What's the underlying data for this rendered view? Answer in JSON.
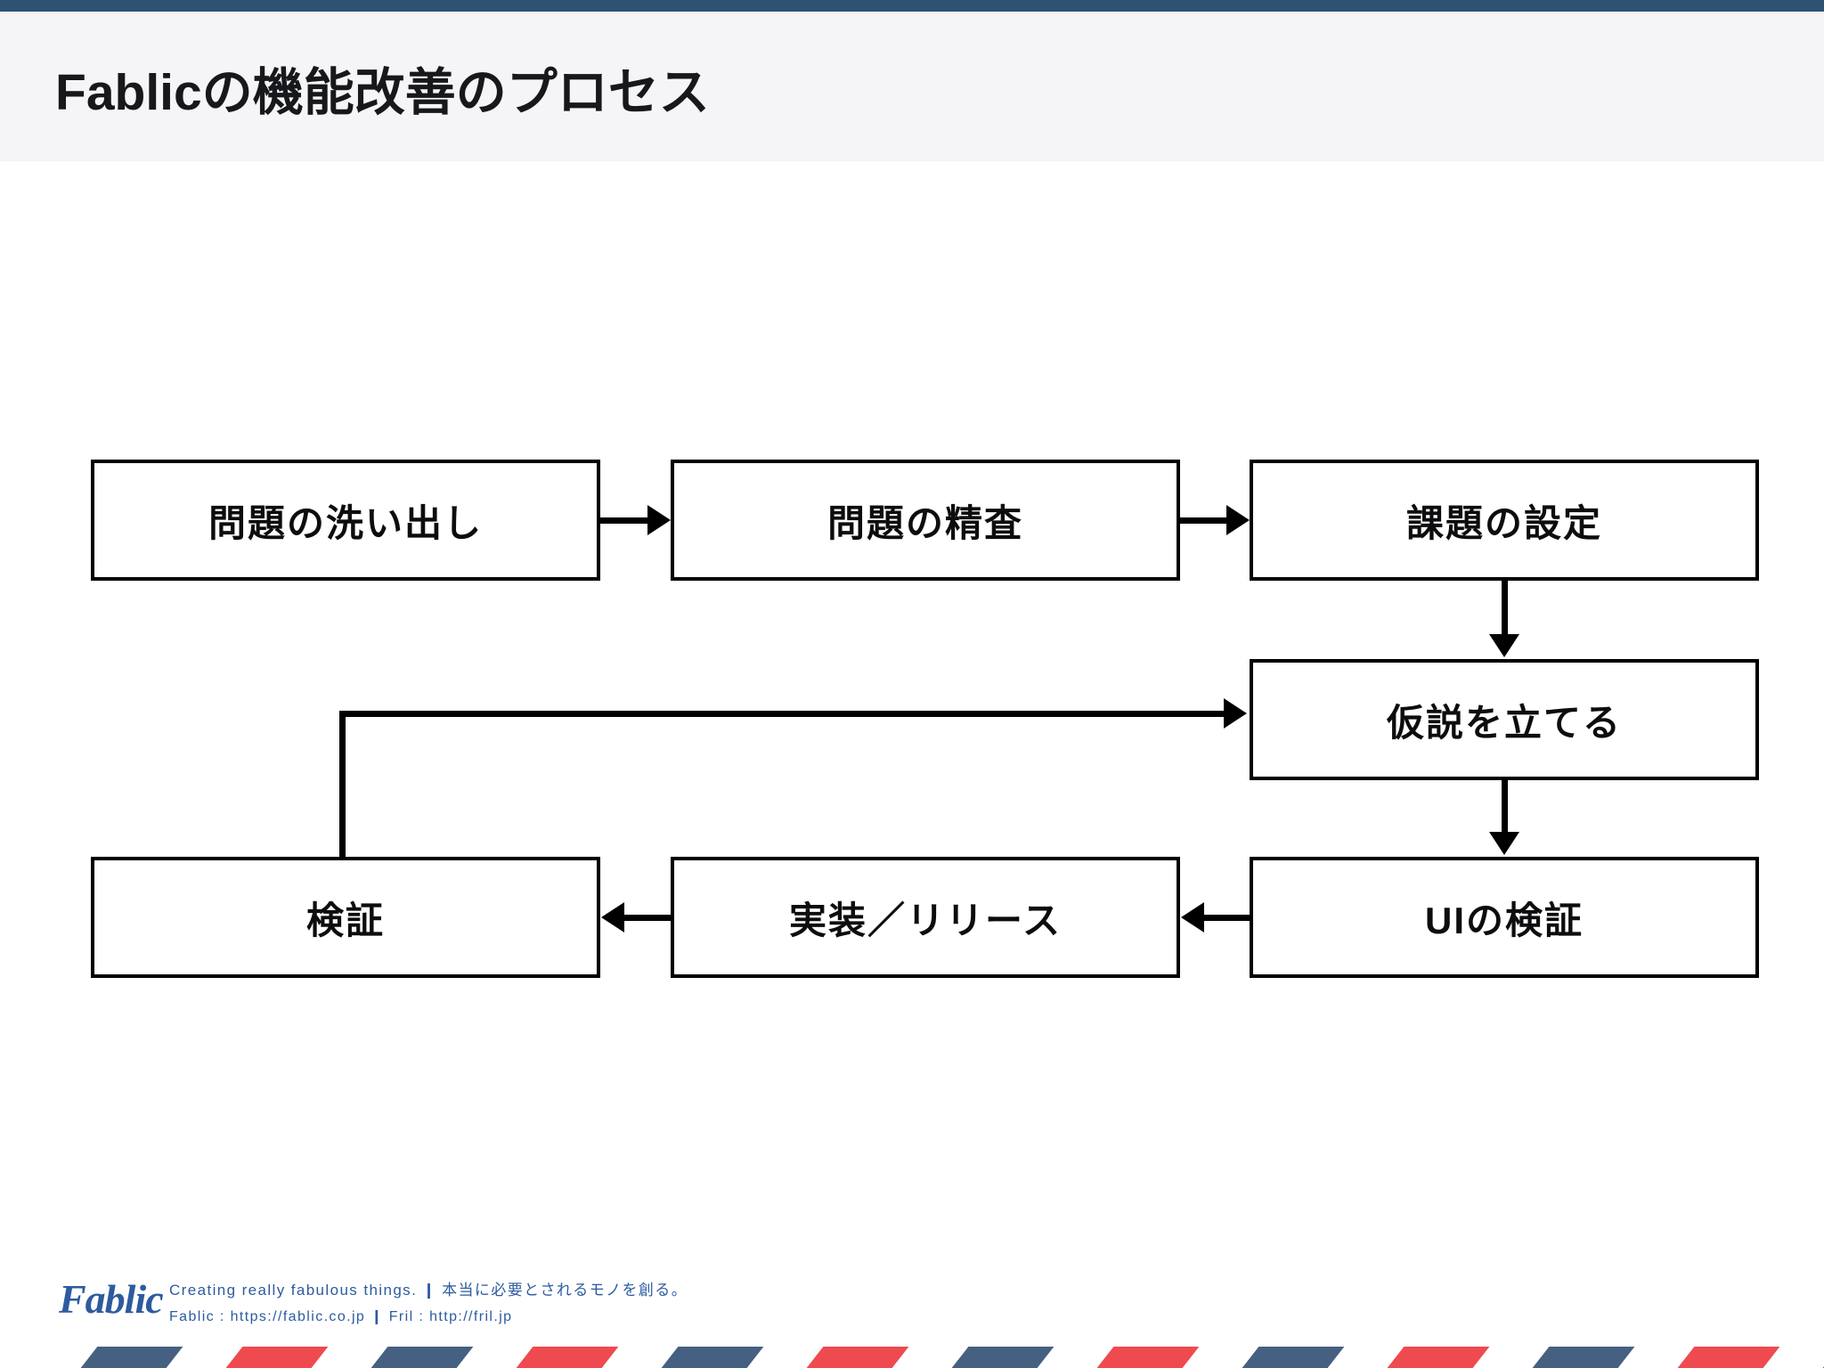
{
  "slide": {
    "title": "Fablicの機能改善のプロセス",
    "background_color": "#ffffff",
    "header_band_color": "#f5f4f7",
    "top_bar_color": "#2d5272"
  },
  "diagram": {
    "type": "flowchart",
    "nodes": [
      {
        "id": "problem-discovery",
        "label": "問題の洗い出し"
      },
      {
        "id": "problem-review",
        "label": "問題の精査"
      },
      {
        "id": "issue-definition",
        "label": "課題の設定"
      },
      {
        "id": "hypothesis",
        "label": "仮説を立てる"
      },
      {
        "id": "ui-validation",
        "label": "UIの検証"
      },
      {
        "id": "implement-release",
        "label": "実装／リリース"
      },
      {
        "id": "verification",
        "label": "検証"
      }
    ],
    "edges": [
      {
        "from": "problem-discovery",
        "to": "problem-review",
        "direction": "right"
      },
      {
        "from": "problem-review",
        "to": "issue-definition",
        "direction": "right"
      },
      {
        "from": "issue-definition",
        "to": "hypothesis",
        "direction": "down"
      },
      {
        "from": "hypothesis",
        "to": "ui-validation",
        "direction": "down"
      },
      {
        "from": "ui-validation",
        "to": "implement-release",
        "direction": "left"
      },
      {
        "from": "implement-release",
        "to": "verification",
        "direction": "left"
      },
      {
        "from": "verification",
        "to": "hypothesis",
        "direction": "loop-up-right"
      }
    ],
    "node_border_color": "#000000",
    "node_fill_color": "#ffffff"
  },
  "footer": {
    "logo": "Fablic",
    "tagline": "Creating really fabulous things.  ❙  本当に必要とされるモノを創る。",
    "urls": "Fablic : https://fablic.co.jp  ❙  Fril : http://fril.jp",
    "text_color": "#2d5b9e"
  },
  "stripes": {
    "blue": "#466081",
    "red": "#ef4a4f",
    "count": 13,
    "spacing": 163
  }
}
